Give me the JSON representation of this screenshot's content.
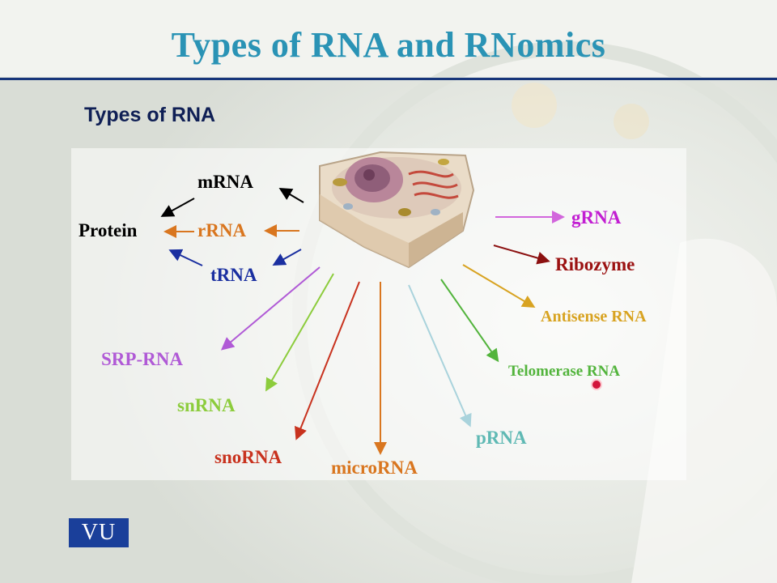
{
  "slide": {
    "title": "Types of RNA and RNomics",
    "subtitle": "Types of RNA",
    "logo": "VU"
  },
  "diagram": {
    "left_group": {
      "mrna": "mRNA",
      "protein": "Protein",
      "rrna": "rRNA",
      "trna": "tRNA"
    },
    "right_group": {
      "grna": "gRNA",
      "ribozyme": "Ribozyme",
      "antisense": "Antisense RNA",
      "telomerase": "Telomerase RNA"
    },
    "bottom_group": {
      "srp": "SRP-RNA",
      "snrna": "snRNA",
      "snorna": "snoRNA",
      "microrna": "microRNA",
      "prna": "pRNA"
    },
    "colors": {
      "mrna": "#000000",
      "protein": "#000000",
      "rrna": "#d9761f",
      "trna": "#1a2fa0",
      "grna": "#c21ed2",
      "ribozyme": "#9b1111",
      "antisense": "#d8a321",
      "telomerase": "#52b43c",
      "srp": "#b05ad6",
      "snrna": "#8ccc3c",
      "snorna": "#c8321e",
      "microrna": "#d9761f",
      "prna": "#5fb9b4"
    }
  }
}
